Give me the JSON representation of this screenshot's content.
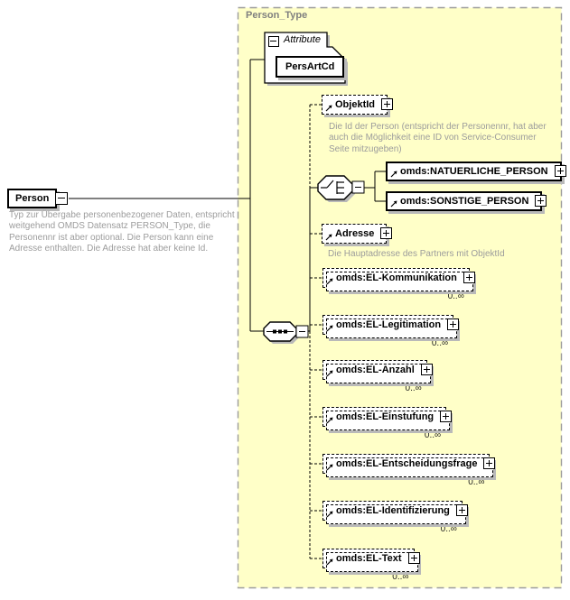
{
  "diagram": {
    "tool_style": "xml-schema-content-model",
    "colors": {
      "panel_bg": "#FFFFC8",
      "panel_border": "#9C9C9C",
      "type_label": "#7F7F7F",
      "annotation_text": "#9C9C9C",
      "box_shadow": "#B9B9B9",
      "line": "#000000"
    },
    "icons": {
      "expand": "plus-icon",
      "collapse": "minus-icon",
      "sequence": "sequence-icon",
      "choice": "choice-icon",
      "reference": "reference-arrow-icon"
    },
    "root": {
      "name": "Person",
      "annotation": "Typ zur Übergabe personenbezogener Daten, entspricht\nweitgehend OMDS Datensatz PERSON_Type, die\nPersonennr ist aber optional. Die Person kann eine\nAdresse enthalten. Die Adresse hat aber keine Id."
    },
    "person_type": {
      "label": "Person_Type",
      "attribute_section": {
        "label": "Attribute",
        "attributes": [
          "PersArtCd"
        ]
      },
      "children": [
        {
          "name": "ObjektId",
          "optional": true,
          "repeating": false,
          "cardinality": "",
          "annotation": "Die Id der Person (entspricht der Personennr, hat aber\nauch die Möglichkeit eine ID von Service-Consumer\nSeite mitzugeben)"
        },
        {
          "name": "omds:NATUERLICHE_PERSON",
          "optional": false,
          "repeating": false,
          "cardinality": "",
          "annotation": "",
          "kind": "choice-option"
        },
        {
          "name": "omds:SONSTIGE_PERSON",
          "optional": false,
          "repeating": false,
          "cardinality": "",
          "annotation": "",
          "kind": "choice-option"
        },
        {
          "name": "Adresse",
          "optional": true,
          "repeating": false,
          "cardinality": "",
          "annotation": "Die Hauptadresse des Partners mit ObjektId"
        },
        {
          "name": "omds:EL-Kommunikation",
          "optional": true,
          "repeating": true,
          "cardinality": "0..∞",
          "annotation": ""
        },
        {
          "name": "omds:EL-Legitimation",
          "optional": true,
          "repeating": true,
          "cardinality": "0..∞",
          "annotation": ""
        },
        {
          "name": "omds:EL-Anzahl",
          "optional": true,
          "repeating": true,
          "cardinality": "0..∞",
          "annotation": ""
        },
        {
          "name": "omds:EL-Einstufung",
          "optional": true,
          "repeating": true,
          "cardinality": "0..∞",
          "annotation": ""
        },
        {
          "name": "omds:EL-Entscheidungsfrage",
          "optional": true,
          "repeating": true,
          "cardinality": "0..∞",
          "annotation": ""
        },
        {
          "name": "omds:EL-Identifizierung",
          "optional": true,
          "repeating": true,
          "cardinality": "0..∞",
          "annotation": ""
        },
        {
          "name": "omds:EL-Text",
          "optional": true,
          "repeating": true,
          "cardinality": "0..∞",
          "annotation": ""
        }
      ]
    }
  }
}
